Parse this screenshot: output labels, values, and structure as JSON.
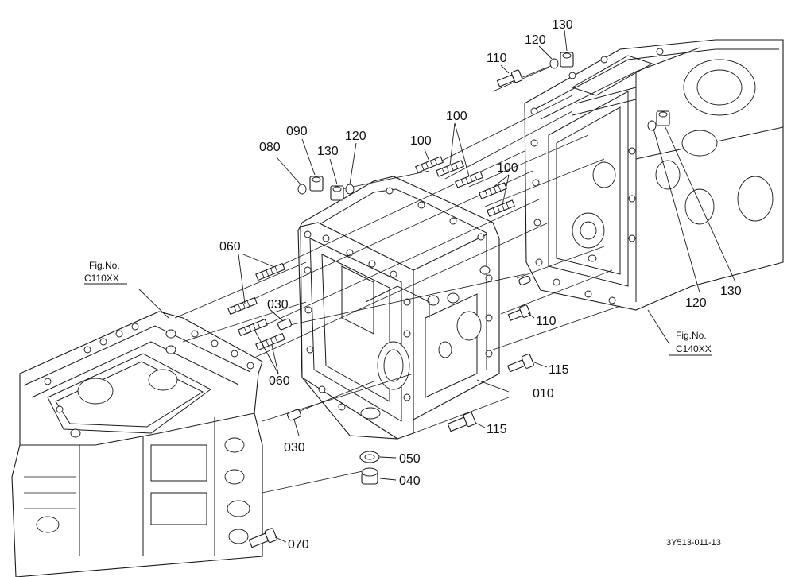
{
  "diagram": {
    "drawing_code": "3Y513-011-13",
    "references": [
      {
        "line1": "Fig.No.",
        "line2": "C110XX"
      },
      {
        "line1": "Fig.No.",
        "line2": "C140XX"
      }
    ],
    "callouts": [
      {
        "id": "010",
        "label": "010"
      },
      {
        "id": "030a",
        "label": "030"
      },
      {
        "id": "030b",
        "label": "030"
      },
      {
        "id": "040",
        "label": "040"
      },
      {
        "id": "050",
        "label": "050"
      },
      {
        "id": "060a",
        "label": "060"
      },
      {
        "id": "060b",
        "label": "060"
      },
      {
        "id": "070",
        "label": "070"
      },
      {
        "id": "080",
        "label": "080"
      },
      {
        "id": "090",
        "label": "090"
      },
      {
        "id": "100a",
        "label": "100"
      },
      {
        "id": "100b",
        "label": "100"
      },
      {
        "id": "100c",
        "label": "100"
      },
      {
        "id": "110a",
        "label": "110"
      },
      {
        "id": "110b",
        "label": "110"
      },
      {
        "id": "115a",
        "label": "115"
      },
      {
        "id": "115b",
        "label": "115"
      },
      {
        "id": "120a",
        "label": "120"
      },
      {
        "id": "120b",
        "label": "120"
      },
      {
        "id": "120c",
        "label": "120"
      },
      {
        "id": "130a",
        "label": "130"
      },
      {
        "id": "130b",
        "label": "130"
      },
      {
        "id": "130c",
        "label": "130"
      }
    ]
  }
}
